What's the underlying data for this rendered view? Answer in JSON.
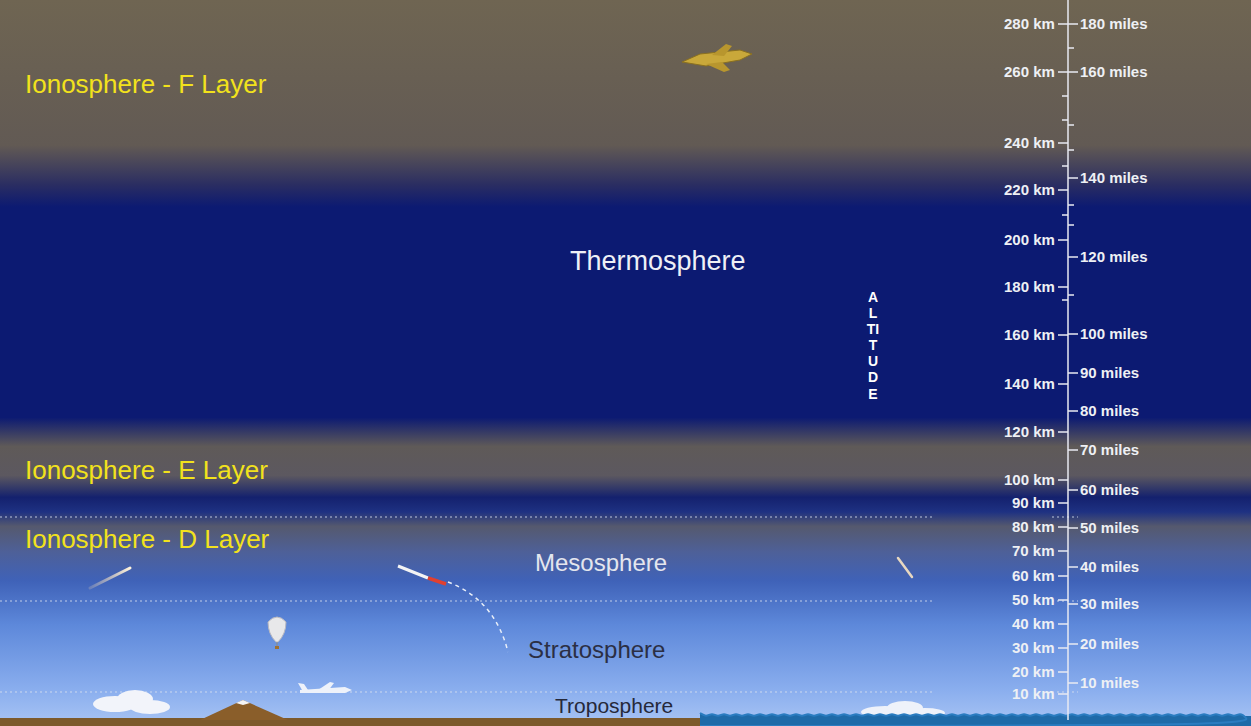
{
  "diagram": {
    "labels": [
      "Ionosphere - F Layer",
      "180 miles",
      "280 km",
      "160 miles",
      "260 km",
      "240 km",
      "140 miles",
      "220 km",
      "Thermosphere",
      "200 km",
      "120 miles",
      "180 km",
      "ALTITUDE",
      "160 km",
      "100 miles",
      "90 miles",
      "140 km",
      "80 miles",
      "120 km",
      "70 miles",
      "Ionosphere - E Layer",
      "100 km",
      "60 miles",
      "90 km",
      "Ionosphere - D Layer",
      "80 km",
      "50 miles",
      "70 km",
      "Mesosphere",
      "60 km",
      "40 miles",
      "50 km",
      "30 miles",
      "40 km",
      "Stratosphere",
      "30 km",
      "20 miles",
      "20 km",
      "10 miles",
      "10 km",
      "Troposphere"
    ]
  }
}
